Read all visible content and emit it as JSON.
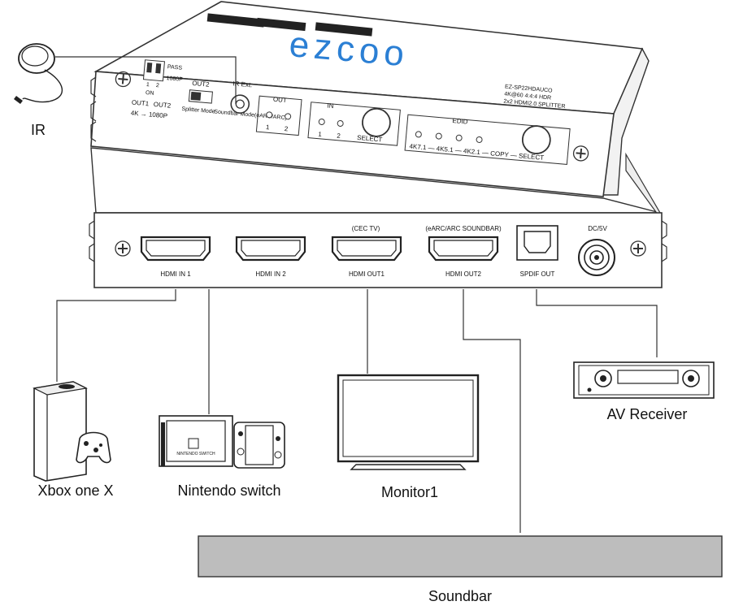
{
  "brand": {
    "logo": "ezcoo",
    "color": "#2b7fd4"
  },
  "top_panel": {
    "model_lines": [
      "EZ-SP22HDAUCO",
      "4K@60 4:4:4 HDR",
      "2x2 HDMI2.0 SPLITTER"
    ],
    "dip": {
      "pass": "PASS",
      "p1080": "1080P",
      "on": "ON",
      "n1": "1",
      "n2": "2"
    },
    "out_labels": {
      "out1": "OUT1",
      "out2": "OUT2",
      "scale": "4K → 1080P"
    },
    "mode_switch": {
      "out2": "OUT2",
      "splitter": "Splitter Mode",
      "soundbar": "Soundbar Mode(eARC/ARC)"
    },
    "ir_ext": "IR Ext.",
    "out_group": {
      "title": "OUT",
      "n1": "1",
      "n2": "2"
    },
    "in_group": {
      "title": "IN",
      "n1": "1",
      "n2": "2",
      "select": "SELECT"
    },
    "edid_group": {
      "title": "EDID",
      "items": "4K7.1 — 4K5.1 — 4K2.1 — COPY — SELECT"
    }
  },
  "rear_panel": {
    "ports": [
      {
        "label": "HDMI IN 1",
        "top_label": ""
      },
      {
        "label": "HDMI IN 2",
        "top_label": ""
      },
      {
        "label": "HDMI OUT1",
        "top_label": "(CEC TV)"
      },
      {
        "label": "HDMI OUT2",
        "top_label": "(eARC/ARC SOUNDBAR)"
      },
      {
        "label": "SPDIF  OUT",
        "top_label": ""
      },
      {
        "label": "",
        "top_label": "DC/5V"
      }
    ]
  },
  "devices": {
    "ir": "IR",
    "xbox": "Xbox one X",
    "switch": "Nintendo switch",
    "switch_screen": "NINTENDO SWITCH",
    "monitor": "Monitor1",
    "av_receiver": "AV Receiver",
    "soundbar": "Soundbar"
  }
}
